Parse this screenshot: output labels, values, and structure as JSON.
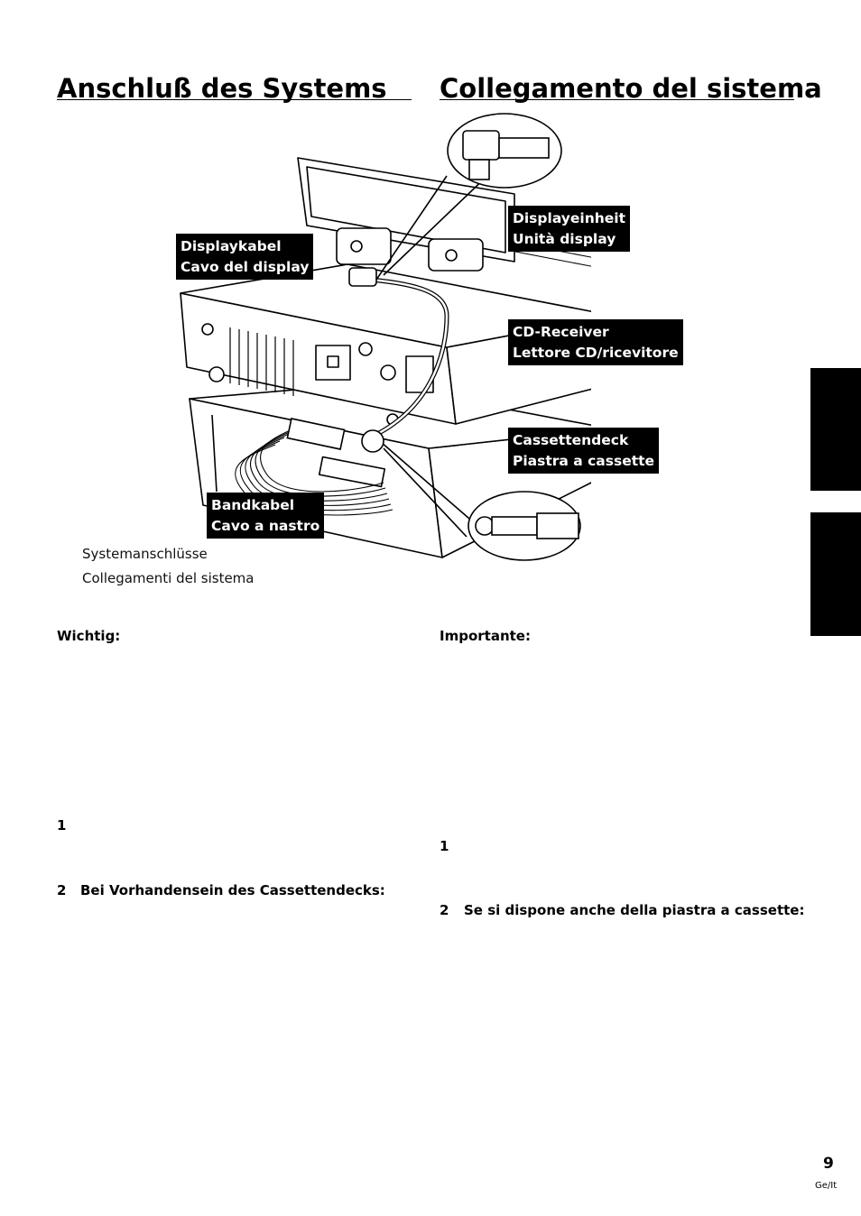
{
  "titles": {
    "german": "Anschluß des Systems",
    "italian": "Collegamento del sistema"
  },
  "callouts": {
    "display_cable": [
      "Displaykabel",
      "Cavo del display"
    ],
    "display_unit": [
      "Displayeinheit",
      "Unità display"
    ],
    "cd_receiver": [
      "CD-Receiver",
      "Lettore CD/ricevitore"
    ],
    "cassette_deck": [
      "Cassettendeck",
      "Piastra a cassette"
    ],
    "ribbon_cable": [
      "Bandkabel",
      "Cavo a nastro"
    ]
  },
  "figure_caption": [
    "Systemanschlüsse",
    "Collegamenti del sistema"
  ],
  "german": {
    "important_label": "Wichtig:",
    "step1_number": "1",
    "step2_number": "2",
    "step2_heading": "Bei Vorhandensein des Cassettendecks:"
  },
  "italian": {
    "important_label": "Importante:",
    "step1_number": "1",
    "step2_number": "2",
    "step2_heading": "Se si dispone anche della piastra a cassette:"
  },
  "footer": {
    "page_number": "9",
    "language_code": "Ge/It"
  }
}
